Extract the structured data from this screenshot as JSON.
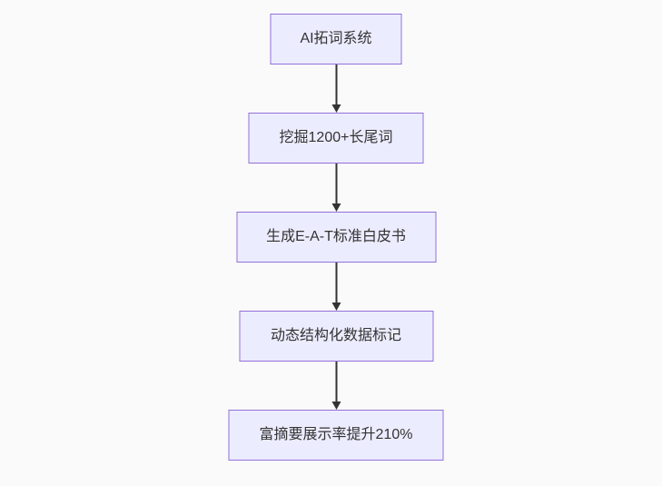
{
  "diagram": {
    "type": "flowchart",
    "direction": "top-down",
    "colors": {
      "background": "#fafafa",
      "node_fill": "#ECECFF",
      "node_border": "#9370DB",
      "arrow": "#333333",
      "text": "#333333"
    },
    "nodes": [
      {
        "label": "AI拓词系统"
      },
      {
        "label": "挖掘1200+长尾词"
      },
      {
        "label": "生成E-A-T标准白皮书"
      },
      {
        "label": "动态结构化数据标记"
      },
      {
        "label": "富摘要展示率提升210%"
      }
    ],
    "edges": [
      {
        "from": 0,
        "to": 1
      },
      {
        "from": 1,
        "to": 2
      },
      {
        "from": 2,
        "to": 3
      },
      {
        "from": 3,
        "to": 4
      }
    ]
  }
}
